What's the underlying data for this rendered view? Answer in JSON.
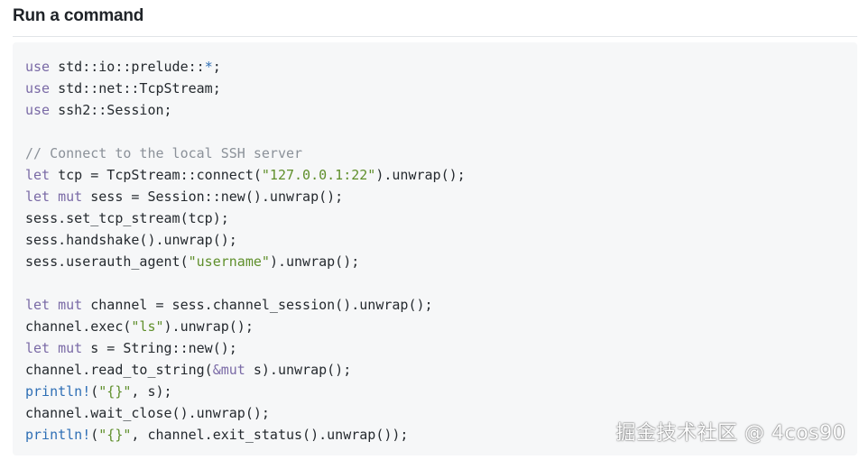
{
  "heading": "Run a command",
  "code": {
    "lines": [
      [
        {
          "t": "use",
          "c": "kw"
        },
        {
          "t": " std::io::prelude::"
        },
        {
          "t": "*",
          "c": "mc"
        },
        {
          "t": ";"
        }
      ],
      [
        {
          "t": "use",
          "c": "kw"
        },
        {
          "t": " std::net::TcpStream;"
        }
      ],
      [
        {
          "t": "use",
          "c": "kw"
        },
        {
          "t": " ssh2::Session;"
        }
      ],
      [],
      [
        {
          "t": "// Connect to the local SSH server",
          "c": "cm"
        }
      ],
      [
        {
          "t": "let",
          "c": "kw"
        },
        {
          "t": " tcp = TcpStream::connect("
        },
        {
          "t": "\"127.0.0.1:22\"",
          "c": "st"
        },
        {
          "t": ").unwrap();"
        }
      ],
      [
        {
          "t": "let",
          "c": "kw"
        },
        {
          "t": " "
        },
        {
          "t": "mut",
          "c": "kw"
        },
        {
          "t": " sess = Session::new().unwrap();"
        }
      ],
      [
        {
          "t": "sess.set_tcp_stream(tcp);"
        }
      ],
      [
        {
          "t": "sess.handshake().unwrap();"
        }
      ],
      [
        {
          "t": "sess.userauth_agent("
        },
        {
          "t": "\"username\"",
          "c": "st"
        },
        {
          "t": ").unwrap();"
        }
      ],
      [],
      [
        {
          "t": "let",
          "c": "kw"
        },
        {
          "t": " "
        },
        {
          "t": "mut",
          "c": "kw"
        },
        {
          "t": " channel = sess.channel_session().unwrap();"
        }
      ],
      [
        {
          "t": "channel.exec("
        },
        {
          "t": "\"ls\"",
          "c": "st"
        },
        {
          "t": ").unwrap();"
        }
      ],
      [
        {
          "t": "let",
          "c": "kw"
        },
        {
          "t": " "
        },
        {
          "t": "mut",
          "c": "kw"
        },
        {
          "t": " s = String::new();"
        }
      ],
      [
        {
          "t": "channel.read_to_string("
        },
        {
          "t": "&mut",
          "c": "kw"
        },
        {
          "t": " s).unwrap();"
        }
      ],
      [
        {
          "t": "println!",
          "c": "mc"
        },
        {
          "t": "("
        },
        {
          "t": "\"{}\"",
          "c": "st"
        },
        {
          "t": ", s);"
        }
      ],
      [
        {
          "t": "channel.wait_close().unwrap();"
        }
      ],
      [
        {
          "t": "println!",
          "c": "mc"
        },
        {
          "t": "("
        },
        {
          "t": "\"{}\"",
          "c": "st"
        },
        {
          "t": ", channel.exit_status().unwrap());"
        }
      ]
    ]
  },
  "watermark": "掘金技术社区 @ 4cos90",
  "colors": {
    "keyword": "#7a6aa6",
    "comment": "#8b9199",
    "string": "#5f8f2b",
    "macro": "#2f6fb5",
    "code_background": "#f6f7f8"
  }
}
